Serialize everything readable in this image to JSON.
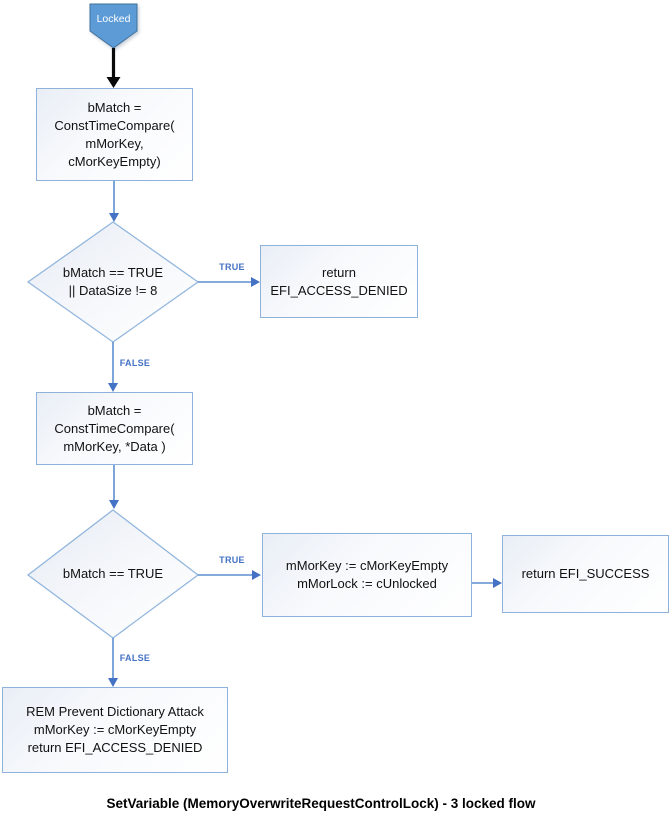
{
  "flowchart": {
    "caption": "SetVariable (MemoryOverwriteRequestControlLock) - 3 locked flow",
    "start": {
      "label": "Locked"
    },
    "nodes": {
      "compare_empty": {
        "text": "bMatch =\nConstTimeCompare(\nmMorKey,\ncMorKeyEmpty)"
      },
      "decision_match_or_size": {
        "text": "bMatch == TRUE\n|| DataSize != 8"
      },
      "access_denied": {
        "text": "return\nEFI_ACCESS_DENIED"
      },
      "compare_data": {
        "text": "bMatch =\nConstTimeCompare(\nmMorKey, *Data )"
      },
      "decision_match": {
        "text": "bMatch == TRUE"
      },
      "unlock": {
        "text": "mMorKey := cMorKeyEmpty\nmMorLock := cUnlocked"
      },
      "success": {
        "text": "return EFI_SUCCESS"
      },
      "dictionary_attack": {
        "text": "REM Prevent Dictionary Attack\nmMorKey := cMorKeyEmpty\nreturn EFI_ACCESS_DENIED"
      }
    },
    "edge_labels": {
      "true1": "TRUE",
      "false1": "FALSE",
      "true2": "TRUE",
      "false2": "FALSE"
    },
    "colors": {
      "pentagon_fill": "#5b9bd5",
      "pentagon_border": "#41719c",
      "shape_border": "#8fb2dd",
      "connector_blue": "#5b8fd0",
      "arrowhead_blue": "#4472c4",
      "edge_label_blue": "#4472c4",
      "start_arrow_black": "#000000",
      "text_black": "#111111"
    }
  }
}
